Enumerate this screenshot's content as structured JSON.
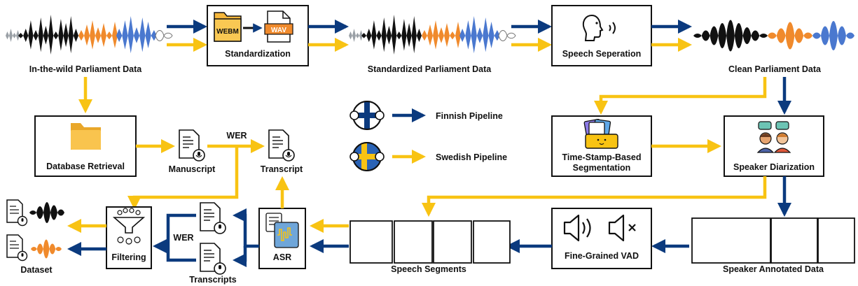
{
  "colors": {
    "finnish": "#0b3a7e",
    "swedish": "#f8c313",
    "wave_black": "#111111",
    "wave_orange": "#f08a2c",
    "wave_blue": "#4a78cf",
    "folder": "#f6b73c"
  },
  "labels": {
    "in_the_wild": "In-the-wild Parliament Data",
    "standardization": "Standardization",
    "webm": "WEBM",
    "wav": "WAV",
    "standardized": "Standardized Parliament Data",
    "speech_separation": "Speech Seperation",
    "clean": "Clean Parliament Data",
    "database_retrieval": "Database Retrieval",
    "manuscript": "Manuscript",
    "wer_top": "WER",
    "transcript": "Transcript",
    "timestamp_line1": "Time-Stamp-Based",
    "timestamp_line2": "Segmentation",
    "speaker_diarization": "Speaker Diarization",
    "filtering": "Filtering",
    "wer_left": "WER",
    "asr": "ASR",
    "speech_segments": "Speech Segments",
    "fine_grained_vad": "Fine-Grained VAD",
    "speaker_annotated": "Speaker Annotated Data",
    "dataset": "Dataset",
    "transcripts": "Transcripts"
  },
  "legend": [
    {
      "label": "Finnish Pipeline",
      "flag": "finland-flag-icon"
    },
    {
      "label": "Swedish Pipeline",
      "flag": "sweden-flag-icon"
    }
  ]
}
